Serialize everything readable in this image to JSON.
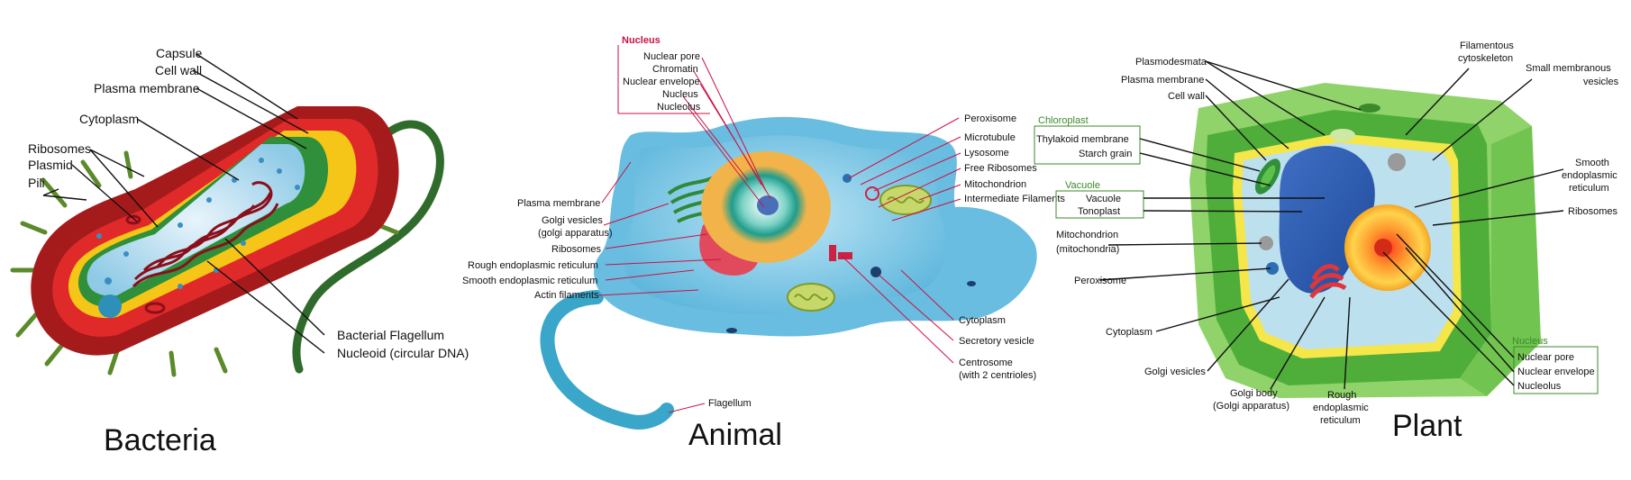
{
  "bacteria": {
    "title": "Bacteria",
    "labels": {
      "capsule": "Capsule",
      "cell_wall": "Cell wall",
      "plasma_membrane": "Plasma membrane",
      "cytoplasm": "Cytoplasm",
      "ribosomes": "Ribosomes",
      "plasmid": "Plasmid",
      "pili": "Pili",
      "flagellum": "Bacterial Flagellum",
      "nucleoid": "Nucleoid (circular DNA)"
    }
  },
  "animal": {
    "title": "Animal",
    "nucleus_heading": "Nucleus",
    "labels": {
      "nuclear_pore": "Nuclear pore",
      "chromatin": "Chromatin",
      "nuclear_envelope": "Nuclear envelope",
      "nucleus": "Nucleus",
      "nucleolus": "Nucleolus",
      "peroxisome": "Peroxisome",
      "microtubule": "Microtubule",
      "lysosome": "Lysosome",
      "free_ribosomes": "Free Ribosomes",
      "mitochondrion": "Mitochondrion",
      "intermediate_filaments": "Intermediate Filaments",
      "plasma_membrane": "Plasma membrane",
      "golgi_vesicles": "Golgi vesicles",
      "golgi_apparatus": "(golgi apparatus)",
      "ribosomes": "Ribosomes",
      "rough_er": "Rough endoplasmic reticulum",
      "smooth_er": "Smooth endoplasmic reticulum",
      "actin": "Actin filaments",
      "cytoplasm": "Cytoplasm",
      "secretory_vesicle": "Secretory vesicle",
      "centrosome": "Centrosome",
      "centrioles": "(with 2 centrioles)",
      "flagellum": "Flagellum"
    }
  },
  "plant": {
    "title": "Plant",
    "chloroplast_heading": "Chloroplast",
    "vacuole_heading": "Vacuole",
    "nucleus_heading": "Nucleus",
    "labels": {
      "plasmodesmata": "Plasmodesmata",
      "plasma_membrane": "Plasma membrane",
      "cell_wall": "Cell wall",
      "filamentous_1": "Filamentous",
      "filamentous_2": "cytoskeleton",
      "small_vesicles_1": "Small membranous",
      "small_vesicles_2": "vesicles",
      "thylakoid": "Thylakoid membrane",
      "starch": "Starch grain",
      "vacuole": "Vacuole",
      "tonoplast": "Tonoplast",
      "mitochondrion": "Mitochondrion",
      "mitochondria": "(mitochondria)",
      "peroxisome": "Peroxisome",
      "cytoplasm": "Cytoplasm",
      "golgi_vesicles": "Golgi vesicles",
      "golgi_body": "Golgi body",
      "golgi_apparatus": "(Golgi apparatus)",
      "rough_1": "Rough",
      "rough_2": "endoplasmic",
      "rough_3": "reticulum",
      "smooth_1": "Smooth",
      "smooth_2": "endoplasmic",
      "smooth_3": "reticulum",
      "ribosomes": "Ribosomes",
      "nuclear_pore": "Nuclear pore",
      "nuclear_envelope": "Nuclear envelope",
      "nucleolus": "Nucleolus"
    }
  }
}
